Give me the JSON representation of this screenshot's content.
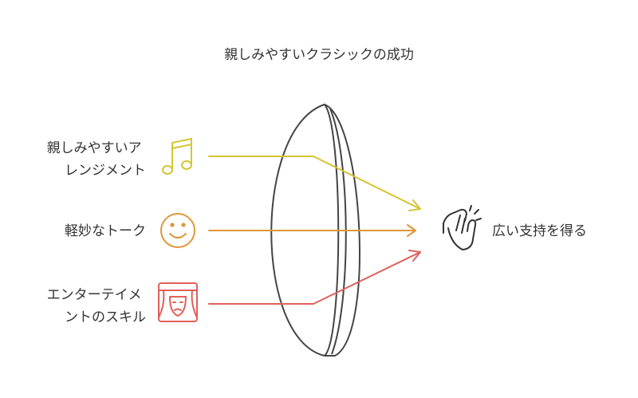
{
  "title": "親しみやすいクラシックの成功",
  "inputs": [
    {
      "label_lines": [
        "親しみやすいア",
        "レンジメント"
      ],
      "icon": "music-note-icon",
      "color": "#d6c531"
    },
    {
      "label_lines": [
        "軽妙なトーク"
      ],
      "icon": "smiley-face-icon",
      "color": "#e0963a"
    },
    {
      "label_lines": [
        "エンターテイメ",
        "ントのスキル"
      ],
      "icon": "theater-mask-icon",
      "color": "#e0605a"
    }
  ],
  "output": {
    "label": "広い支持を得る",
    "icon": "clapping-hands-icon"
  },
  "colors": {
    "text": "#333333",
    "lens_stroke": "#444444"
  }
}
